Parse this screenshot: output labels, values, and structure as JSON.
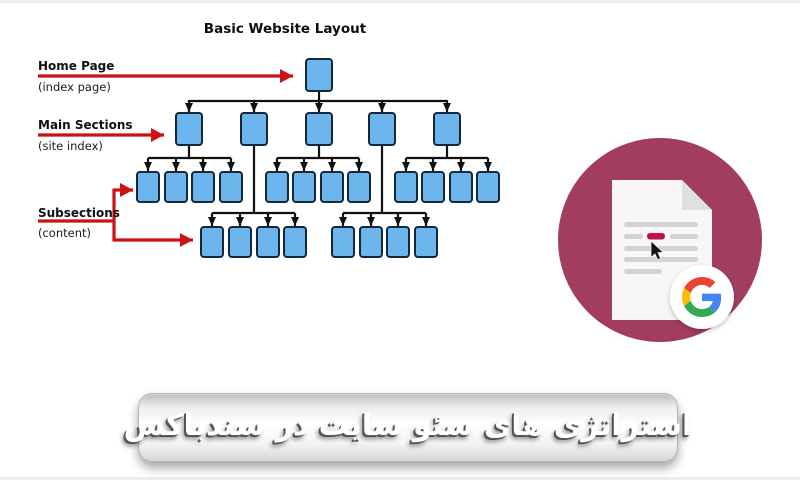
{
  "diagram": {
    "title": "Basic Website Layout",
    "home": {
      "label": "Home Page",
      "sub": "(index page)"
    },
    "main": {
      "label": "Main Sections",
      "sub": "(site index)"
    },
    "subs": {
      "label": "Subsections",
      "sub": "(content)"
    },
    "structure": {
      "type": "site-hierarchy-tree",
      "home_page_nodes": 1,
      "main_section_nodes": 5,
      "subsection_groups_upper": 3,
      "subsection_groups_lower": 2,
      "boxes_per_subsection_group": 4,
      "upper_groups_under_sections": [
        1,
        3,
        5
      ],
      "lower_groups_under_sections": [
        2,
        4
      ]
    }
  },
  "badge": {
    "icons": {
      "circle": "maroon-circle-badge",
      "document": "document-page-icon",
      "highlight": "highlighted-text-bar",
      "cursor": "cursor-arrow-icon",
      "google": "google-g-logo-icon"
    }
  },
  "banner": {
    "caption": "استراتژی های سئو سایت در سندباکس"
  },
  "colors": {
    "node_fill": "#6cb5ed",
    "node_border": "#12283c",
    "connector_black": "#111111",
    "arrow_red": "#cc1212",
    "badge_circle": "#a23d5e",
    "doc_fill": "#f8f7f5",
    "doc_fold": "#e0e0e0",
    "doc_line": "#d3d3d3",
    "doc_highlight": "#c1134e",
    "google_blue": "#4285F4",
    "google_red": "#EA4335",
    "google_yellow": "#FBBC05",
    "google_green": "#34A853"
  }
}
